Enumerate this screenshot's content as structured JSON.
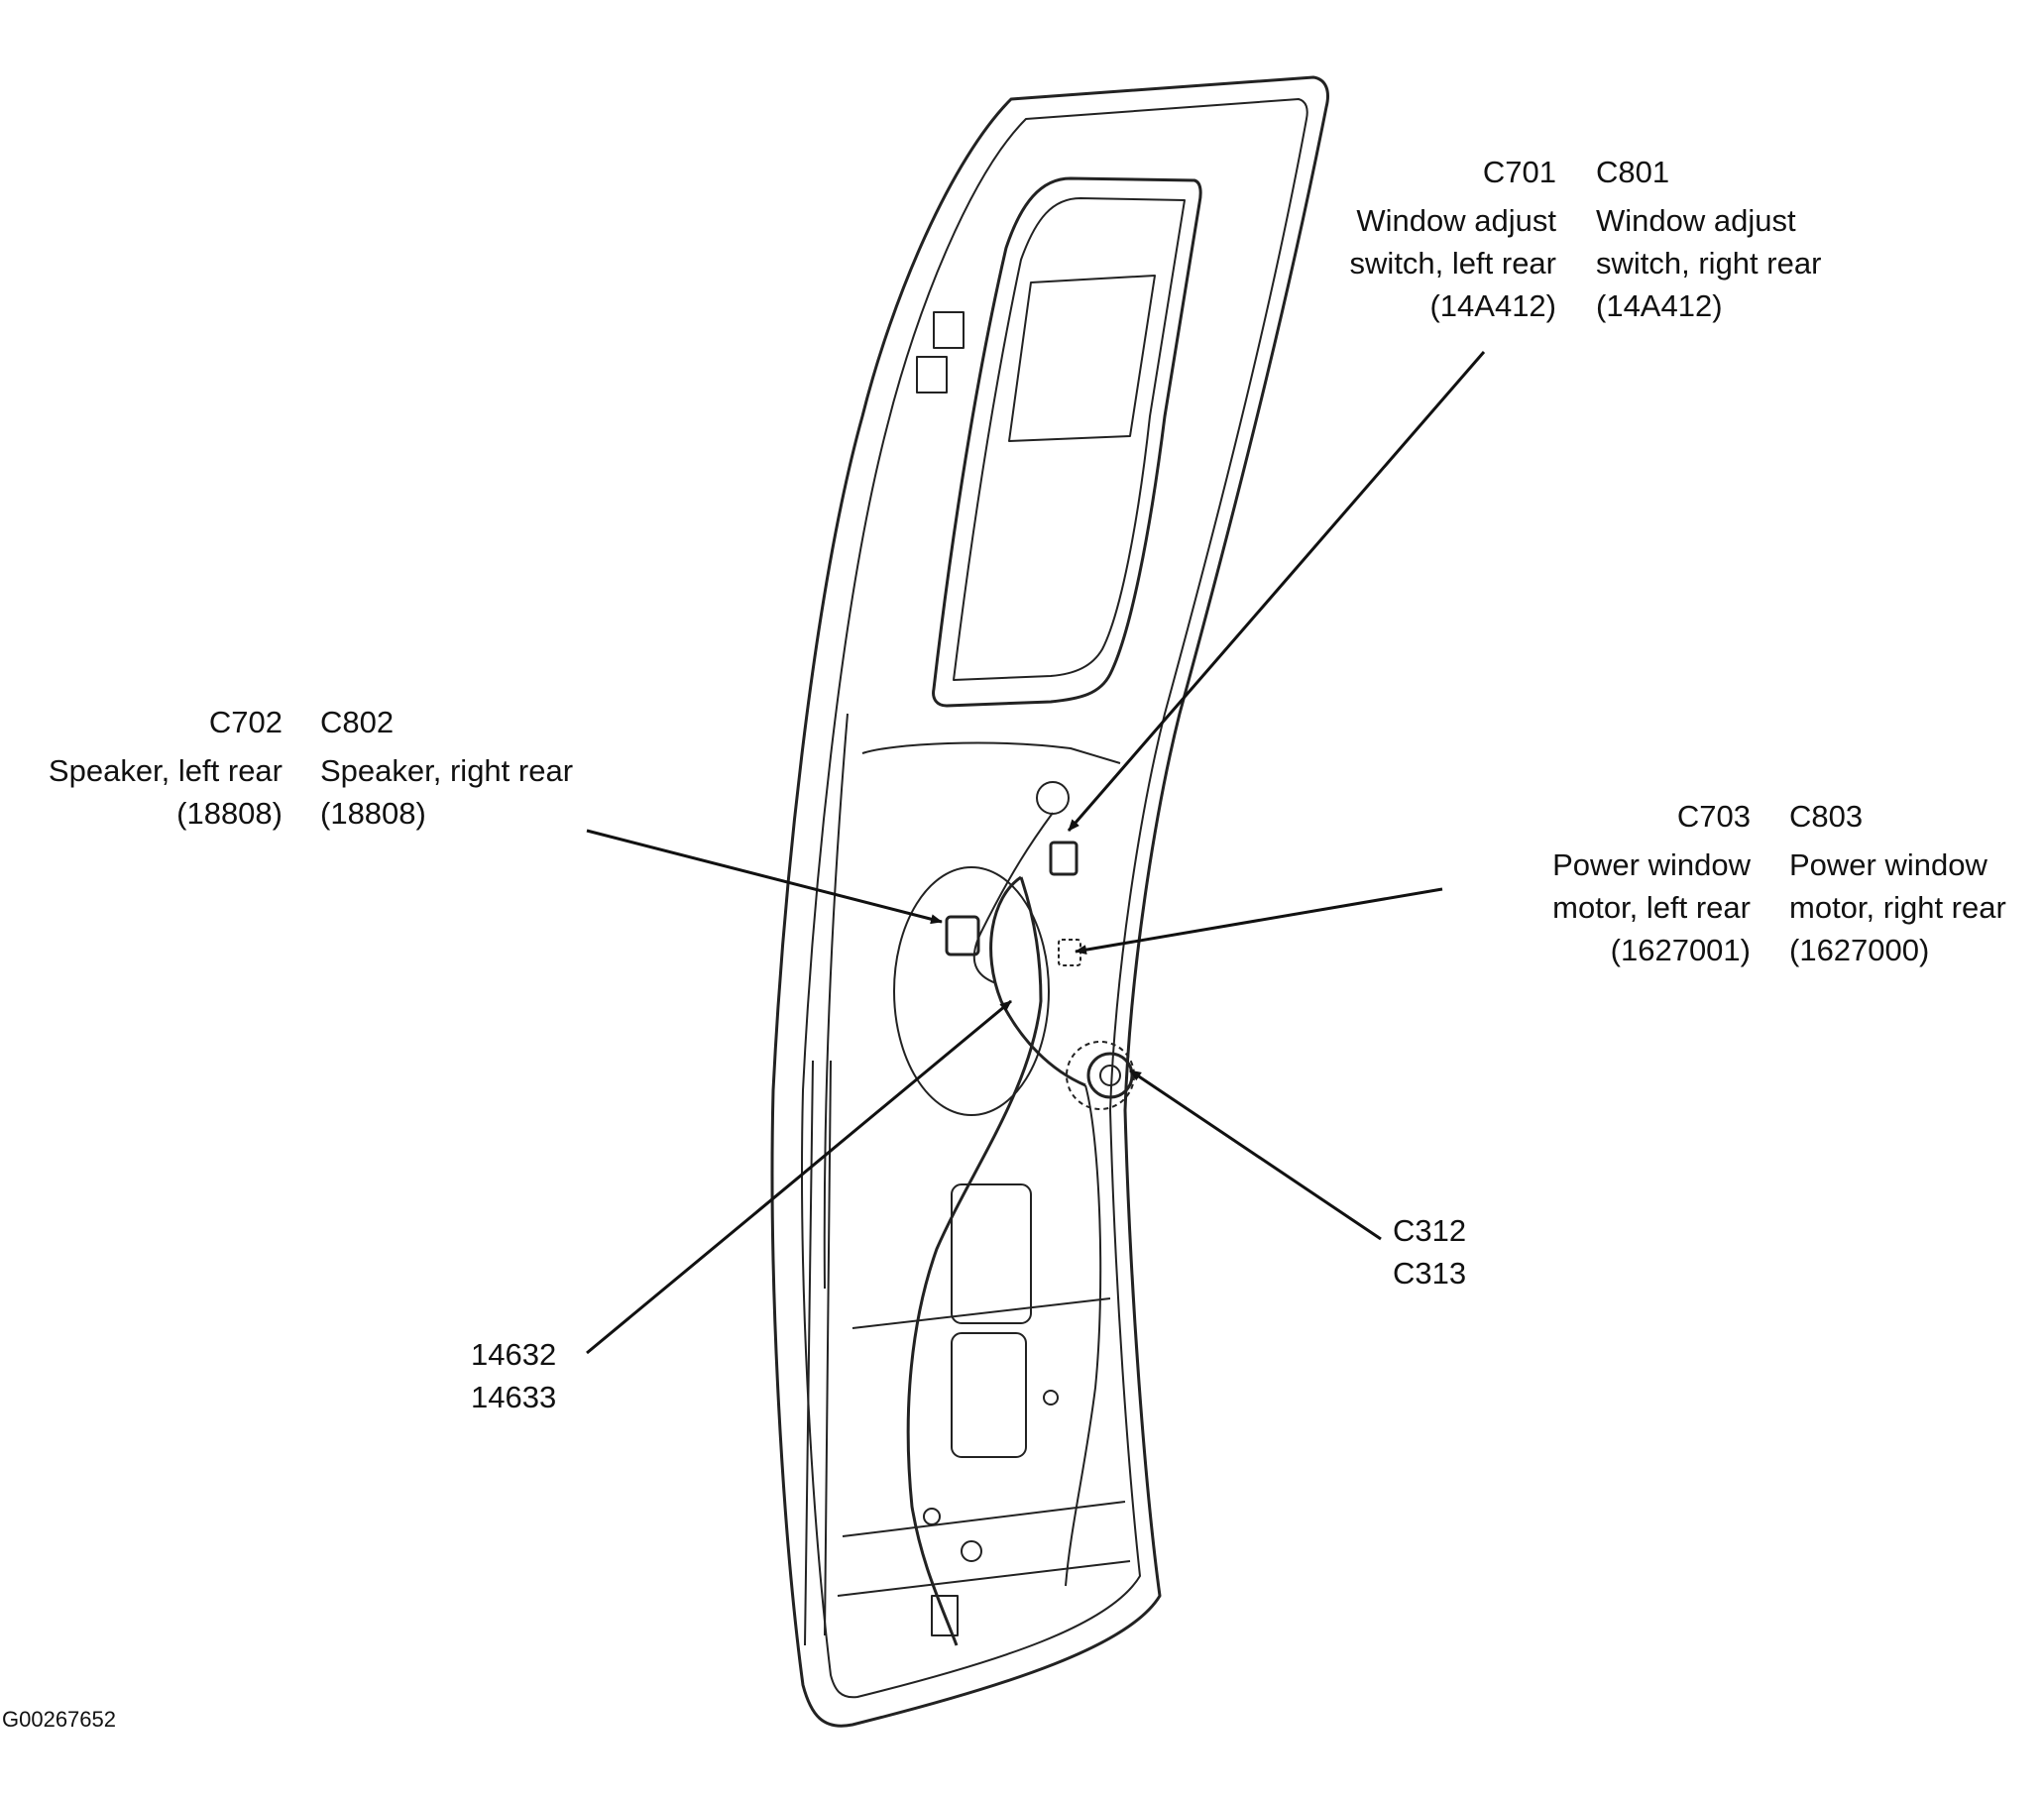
{
  "figure_id": "G00267652",
  "colors": {
    "ink": "#111111",
    "paper": "#ffffff"
  },
  "callouts": {
    "window_switch": {
      "left": {
        "code": "C701",
        "lines": [
          "Window adjust",
          "switch, left rear",
          "(14A412)"
        ]
      },
      "right": {
        "code": "C801",
        "lines": [
          "Window adjust",
          "switch, right rear",
          "(14A412)"
        ]
      }
    },
    "speaker": {
      "left": {
        "code": "C702",
        "lines": [
          "Speaker, left rear",
          "(18808)"
        ]
      },
      "right": {
        "code": "C802",
        "lines": [
          "Speaker, right rear",
          "(18808)"
        ]
      }
    },
    "window_motor": {
      "left": {
        "code": "C703",
        "lines": [
          "Power window",
          "motor, left rear",
          "(1627001)"
        ]
      },
      "right": {
        "code": "C803",
        "lines": [
          "Power window",
          "motor, right rear",
          "(1627000)"
        ]
      }
    },
    "body_connector": {
      "lines": [
        "C312",
        "C313"
      ]
    },
    "harness": {
      "lines": [
        "14632",
        "14633"
      ]
    }
  }
}
